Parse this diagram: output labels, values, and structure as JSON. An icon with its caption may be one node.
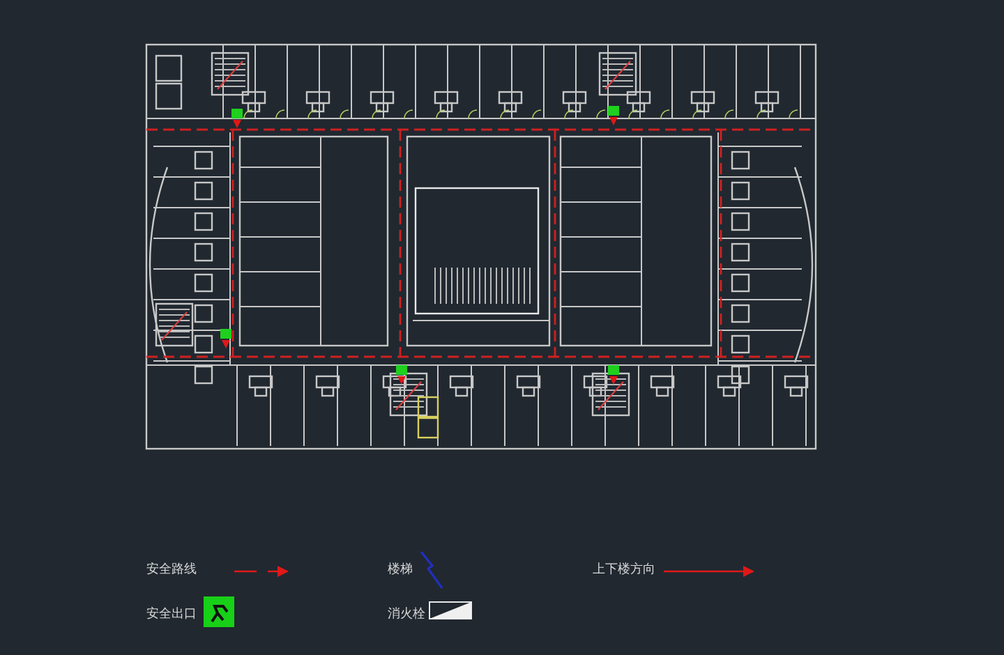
{
  "diagram": {
    "legend": [
      {
        "text": "安全路线"
      },
      {
        "text": "安全出口"
      },
      {
        "text": "楼梯"
      },
      {
        "text": "消火栓"
      },
      {
        "text": "上下楼方向"
      }
    ]
  }
}
